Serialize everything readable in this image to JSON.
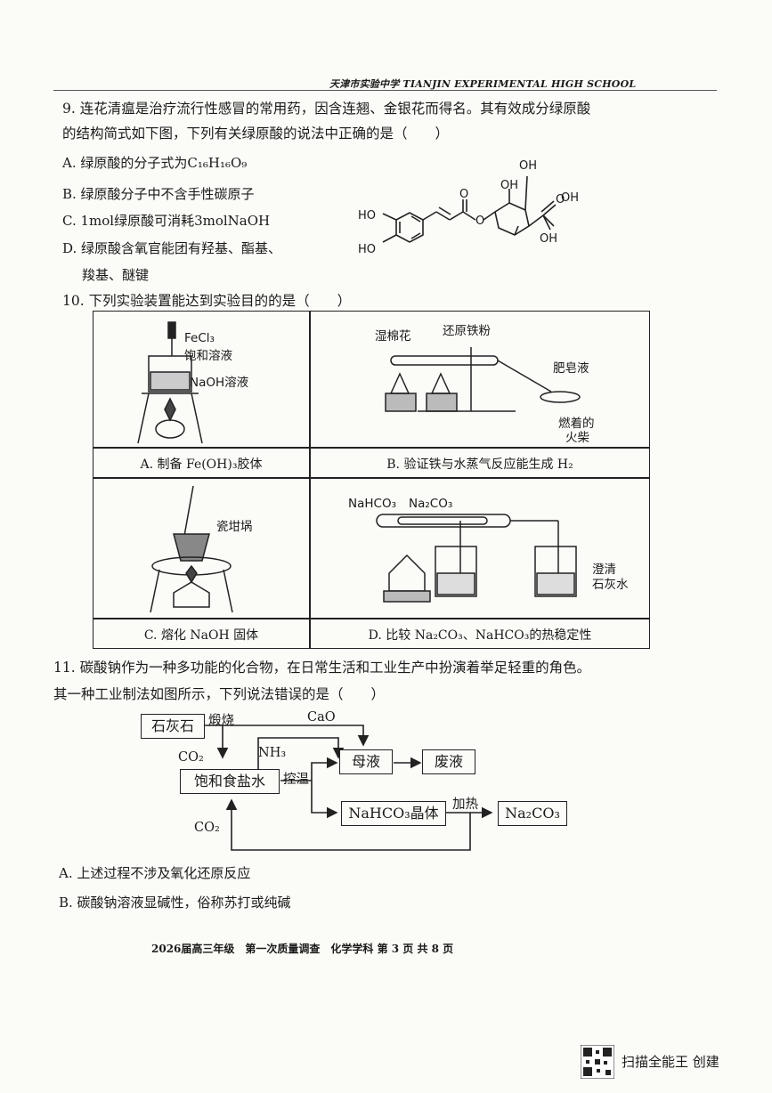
{
  "header": {
    "school": "天津市实验中学 TIANJIN EXPERIMENTAL HIGH SCHOOL"
  },
  "q9": {
    "stem_line1": "9. 连花清瘟是治疗流行性感冒的常用药，因含连翘、金银花而得名。其有效成分绿原酸",
    "stem_line2": "的结构简式如下图，下列有关绿原酸的说法中正确的是（　　）",
    "options": {
      "a": "A. 绿原酸的分子式为C₁₆H₁₆O₉",
      "b": "B. 绿原酸分子中不含手性碳原子",
      "c": "C. 1mol绿原酸可消耗3molNaOH",
      "d1": "D. 绿原酸含氧官能团有羟基、酯基、",
      "d2": "羧基、醚键"
    },
    "structure_labels": {
      "oh_top": "OH",
      "oh_ring": "OH",
      "oh_acid": "OH",
      "o_ester": "O",
      "o_carbonyl": "O",
      "o_acid": "O",
      "ho_1": "HO",
      "ho_2": "HO"
    }
  },
  "q10": {
    "stem": "10. 下列实验装置能达到实验目的的是（　　）",
    "cells": {
      "a": {
        "labels": [
          "FeCl₃",
          "饱和溶液",
          "NaOH溶液"
        ],
        "caption": "A. 制备 Fe(OH)₃胶体"
      },
      "b": {
        "labels": [
          "湿棉花",
          "还原铁粉",
          "肥皂液",
          "燃着的",
          "火柴"
        ],
        "caption": "B. 验证铁与水蒸气反应能生成 H₂"
      },
      "c": {
        "labels": [
          "瓷坩埚"
        ],
        "caption": "C. 熔化 NaOH 固体"
      },
      "d": {
        "labels": [
          "NaHCO₃",
          "Na₂CO₃",
          "澄清",
          "石灰水"
        ],
        "caption": "D. 比较 Na₂CO₃、NaHCO₃的热稳定性"
      }
    }
  },
  "q11": {
    "stem_line1": "11. 碳酸钠作为一种多功能的化合物，在日常生活和工业生产中扮演着举足轻重的角色。",
    "stem_line2": "其一种工业制法如图所示，下列说法错误的是（　　）",
    "flow": {
      "limestone": "石灰石",
      "brine": "饱和食盐水",
      "mother_liquor": "母液",
      "waste": "废液",
      "crystal": "NaHCO₃晶体",
      "product": "Na₂CO₃",
      "calcine": "煅烧",
      "cao": "CaO",
      "co2_top": "CO₂",
      "nh3": "NH₃",
      "temp_control": "控温",
      "heating": "加热",
      "co2_bottom": "CO₂"
    },
    "options": {
      "a": "A. 上述过程不涉及氧化还原反应",
      "b": "B. 碳酸钠溶液显碱性，俗称苏打或纯碱"
    }
  },
  "footer": {
    "text": "2026届高三年级　第一次质量调查　化学学科 第 3 页 共 8 页"
  },
  "scanner": {
    "text": "扫描全能王 创建",
    "icon": "qr-code-icon"
  }
}
